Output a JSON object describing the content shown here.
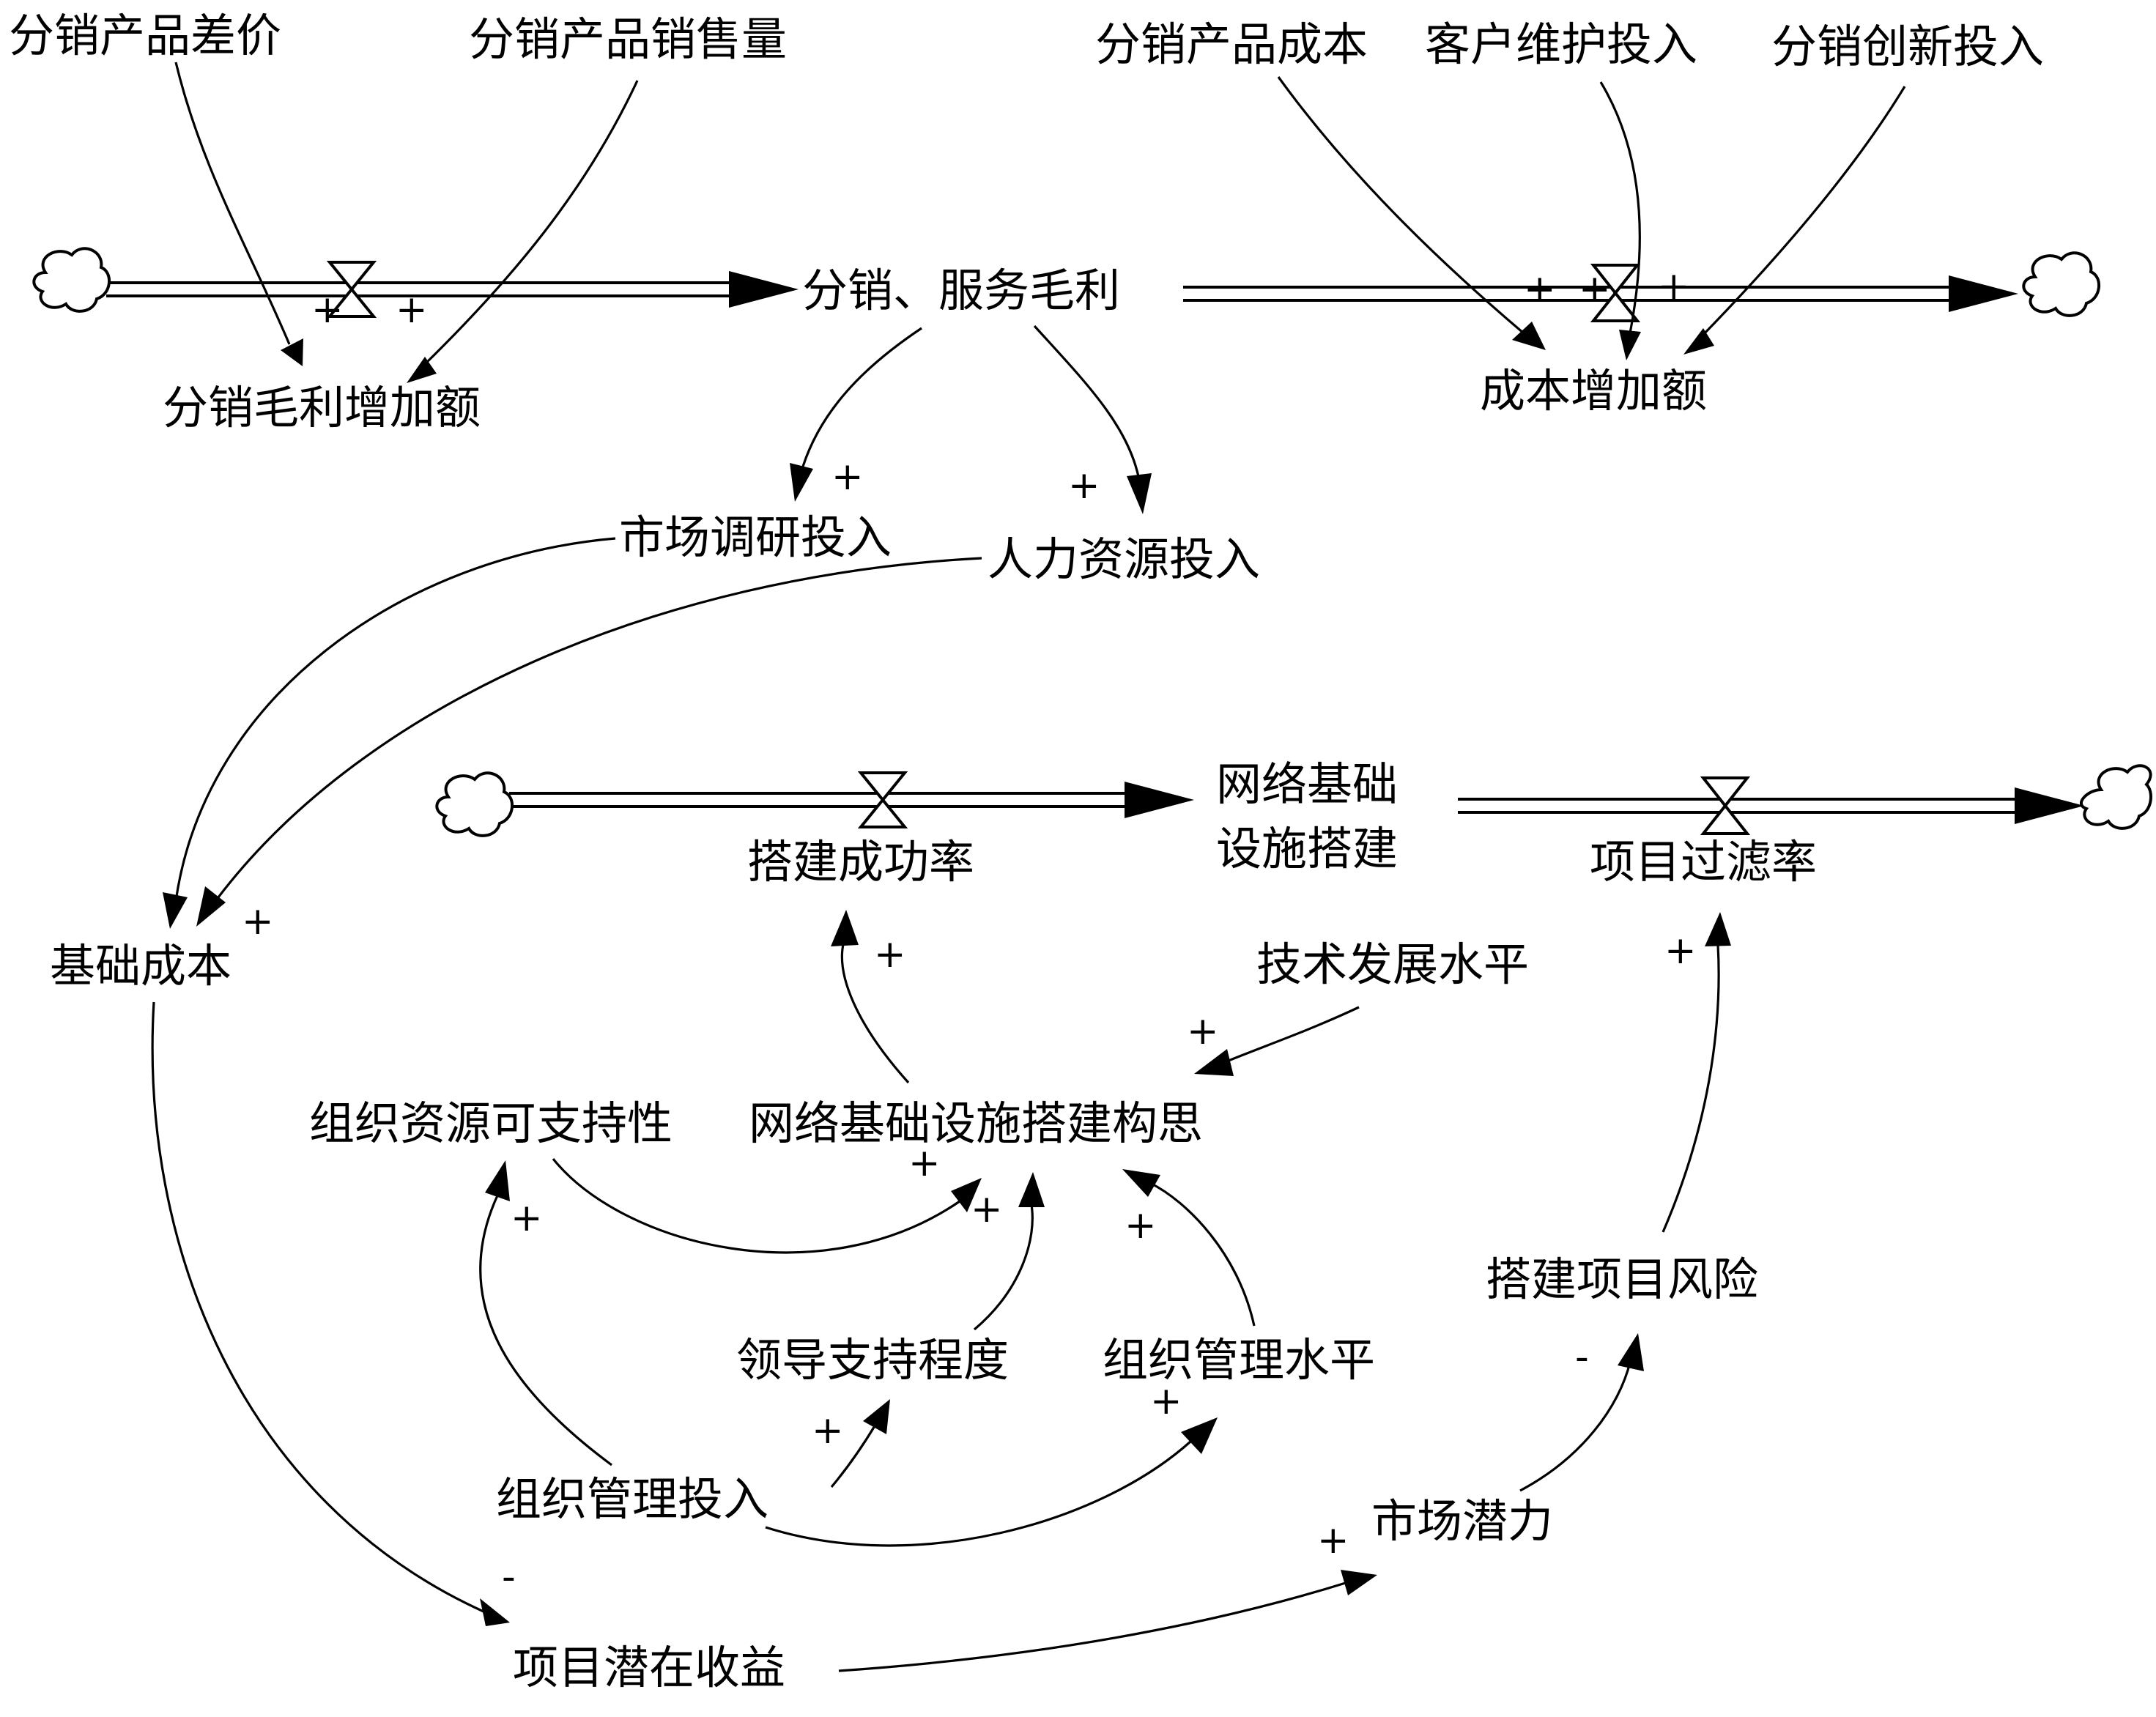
{
  "diagram": {
    "variables": {
      "dist_price_diff": "分销产品差价",
      "dist_sales_volume": "分销产品销售量",
      "dist_product_cost": "分销产品成本",
      "customer_maintenance": "客户维护投入",
      "dist_innovation": "分销创新投入",
      "dist_service_margin": "分销、服务毛利",
      "dist_margin_increase": "分销毛利增加额",
      "cost_increase": "成本增加额",
      "market_research": "市场调研投入",
      "hr_investment": "人力资源投入",
      "base_cost": "基础成本",
      "network_infra_line1": "网络基础",
      "network_infra_line2": "设施搭建",
      "build_success_rate": "搭建成功率",
      "project_filter_rate": "项目过滤率",
      "tech_level": "技术发展水平",
      "org_resource_support": "组织资源可支持性",
      "network_infra_concept": "网络基础设施搭建构思",
      "leader_support": "领导支持程度",
      "org_mgmt_level": "组织管理水平",
      "org_mgmt_investment": "组织管理投入",
      "build_project_risk": "搭建项目风险",
      "market_potential": "市场潜力",
      "project_potential_revenue": "项目潜在收益"
    },
    "signs": {
      "positive": "+",
      "negative": "-"
    }
  }
}
